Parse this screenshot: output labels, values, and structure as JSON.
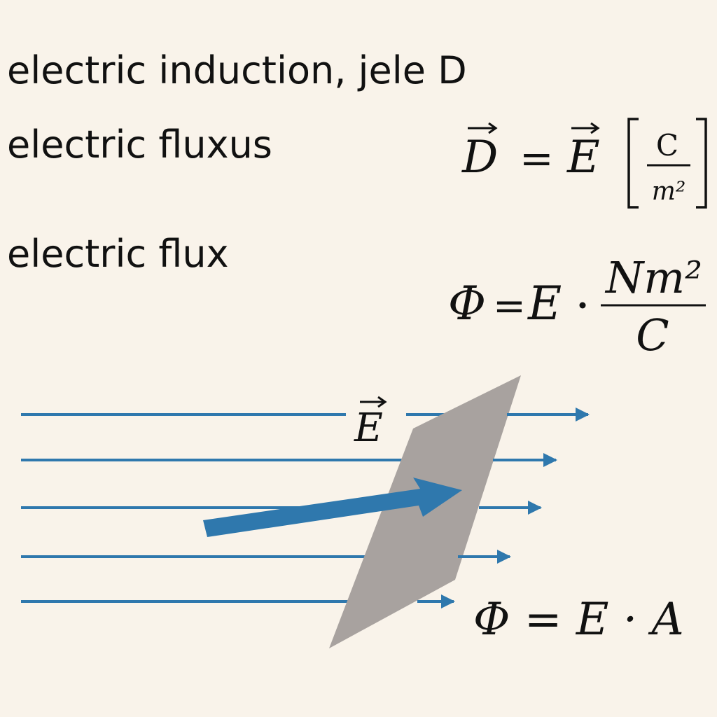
{
  "labels": {
    "induction": "electric induction, jele D",
    "fluxus": "electric fluxus",
    "flux": "electric flux"
  },
  "equations": {
    "induction": {
      "lhs": "D",
      "rhs": "E",
      "unit_numerator": "C",
      "unit_denominator": "m²"
    },
    "flux_unit": {
      "lhs": "Φ",
      "factor": "E",
      "unit_numerator": "Nm²",
      "unit_denominator": "C"
    },
    "flux_area": "Φ = E · A"
  },
  "diagram": {
    "field_label": "E",
    "colors": {
      "field_line": "#2f78ad",
      "plane": "#a8a29f",
      "background": "#f9f3ea"
    }
  }
}
